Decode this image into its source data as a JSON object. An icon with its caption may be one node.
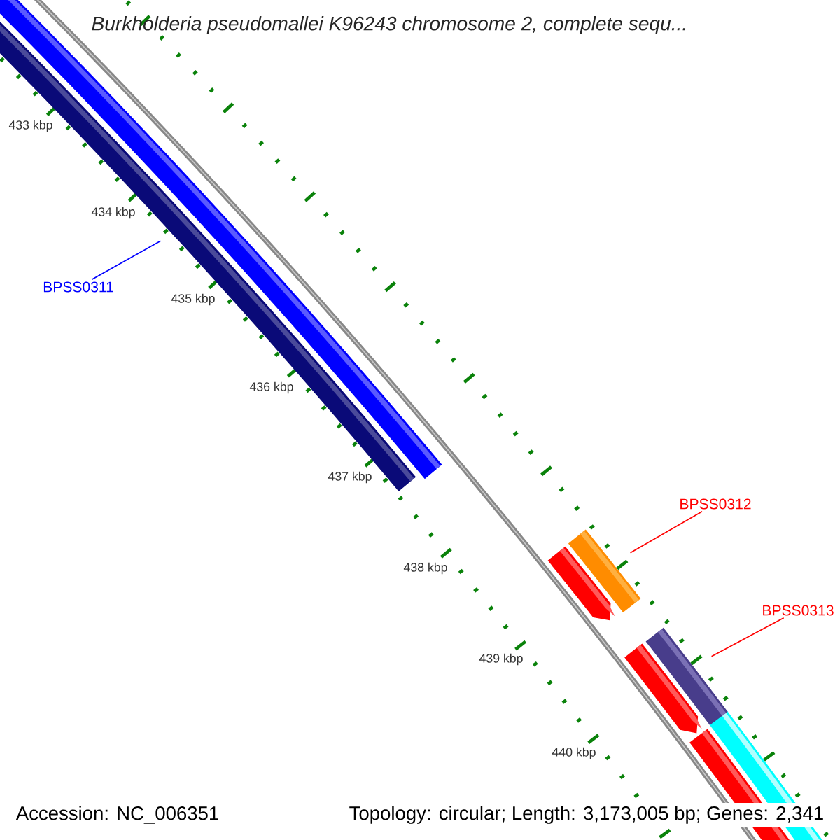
{
  "diagram": {
    "title": "Burkholderia pseudomallei K96243 chromosome 2, complete sequ...",
    "nodes": [
      {
        "text": [
          "BPSS0311"
        ]
      },
      {
        "text": [],
        "shape": "bar"
      },
      {
        "text": [
          "BPSS0312"
        ]
      },
      {
        "text": [],
        "shape": "bar"
      },
      {
        "text": [
          "BPSS0313"
        ]
      },
      {
        "text": [],
        "shape": "bar"
      }
    ],
    "edges": [
      {
        "from": 0,
        "to": 1,
        "arrow": "none",
        "color": "#0000ff"
      },
      {
        "from": 2,
        "to": 3,
        "arrow": "none"
      },
      {
        "from": 4,
        "to": 5,
        "arrow": "none"
      }
    ],
    "labels": [
      "433 kbp",
      "434 kbp",
      "435 kbp",
      "436 kbp",
      "437 kbp",
      "438 kbp",
      "439 kbp",
      "440 kbp",
      "Accession: NC_006351",
      "Topology: circular; Length: 3,173,005 bp; Genes: 2,341"
    ]
  }
}
